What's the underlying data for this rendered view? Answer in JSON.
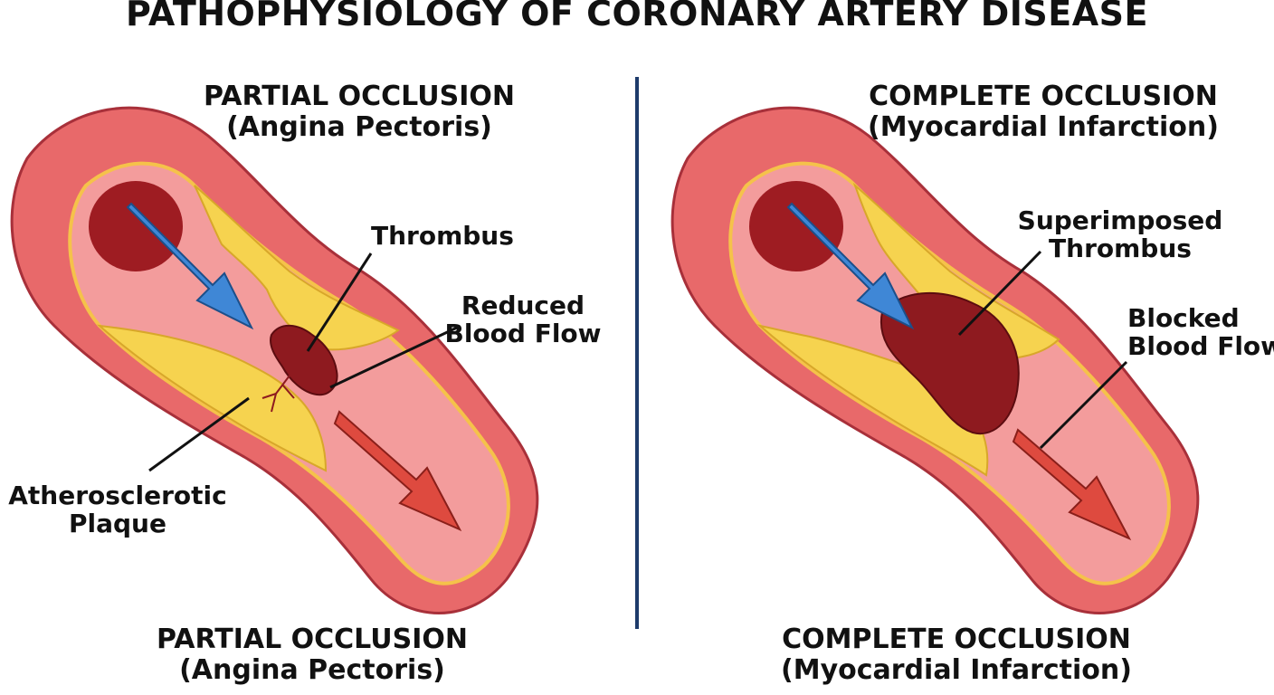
{
  "title": "PATHOPHYSIOLOGY OF CORONARY ARTERY DISEASE",
  "panels": [
    {
      "heading": {
        "line1": "PARTIAL OCCLUSION",
        "line2": "(Angina Pectoris)"
      },
      "footer": {
        "line1": "PARTIAL OCCLUSION",
        "line2": "(Angina Pectoris)"
      },
      "labels": {
        "thrombus": "Thrombus",
        "reduced_flow": {
          "line1": "Reduced",
          "line2": "Blood Flow"
        },
        "plaque": {
          "line1": "Atherosclerotic",
          "line2": "Plaque"
        }
      }
    },
    {
      "heading": {
        "line1": "COMPLETE OCCLUSION",
        "line2": "(Myocardial Infarction)"
      },
      "footer": {
        "line1": "COMPLETE OCCLUSION",
        "line2": "(Myocardial Infarction)"
      },
      "labels": {
        "superimposed_thrombus": {
          "line1": "Superimposed",
          "line2": "Thrombus"
        },
        "blocked_flow": {
          "line1": "Blocked",
          "line2": "Blood Flow"
        }
      }
    }
  ],
  "colors": {
    "vessel_wall": "#e8696a",
    "vessel_wall_dark": "#b8363f",
    "vessel_lumen": "#f39c9c",
    "lumen_opening": "#9e1c22",
    "plaque": "#f6d34f",
    "plaque_edge": "#d8a72a",
    "thrombus": "#8e1a1f",
    "arrow_in": "#3f87d6",
    "arrow_out": "#de4a3f",
    "divider": "#1d3b6b"
  }
}
